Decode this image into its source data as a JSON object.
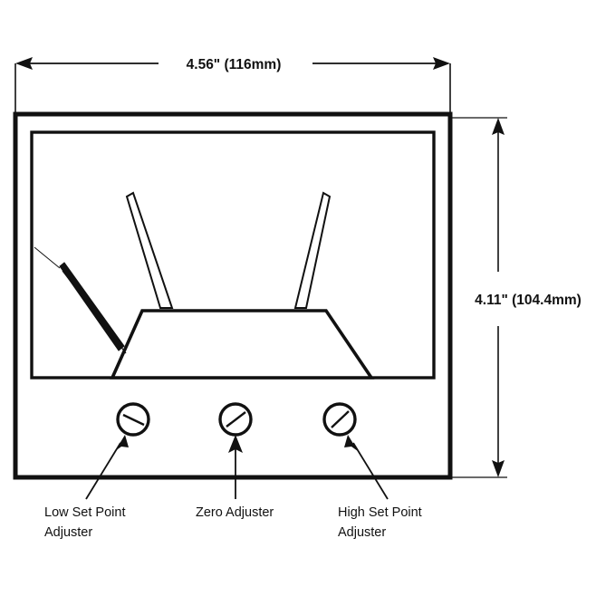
{
  "diagram": {
    "title": "Panel Meter Front View Dimensional Drawing",
    "background_color": "#ffffff",
    "line_color": "#111111",
    "dimensions": {
      "width_label": "4.56\" (116mm)",
      "height_label": "4.11\" (104.4mm)"
    },
    "callouts": [
      {
        "id": "low-set-point",
        "line1": "Low Set Point",
        "line2": "Adjuster"
      },
      {
        "id": "zero-adjuster",
        "line1": "Zero Adjuster",
        "line2": ""
      },
      {
        "id": "high-set-point",
        "line1": "High Set Point",
        "line2": "Adjuster"
      }
    ],
    "components": {
      "case_label": "meter-case",
      "window_label": "meter-window",
      "base_label": "scale-base",
      "left_pointer_label": "low-set-point-pointer",
      "right_pointer_label": "high-set-point-pointer",
      "needle_label": "indicator-needle",
      "knob_labels": [
        "low-set-point-knob",
        "zero-adjuster-knob",
        "high-set-point-knob"
      ]
    }
  }
}
